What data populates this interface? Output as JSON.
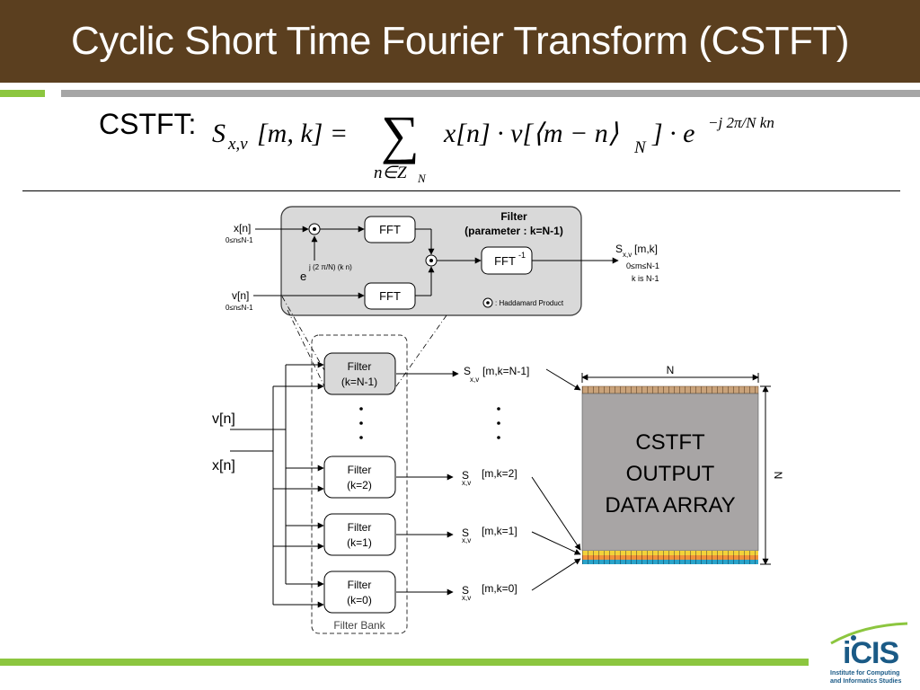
{
  "slide": {
    "title": "Cyclic Short Time Fourier Transform (CSTFT)",
    "formula_label": "CSTFT:"
  },
  "formula": {
    "lhs": "S",
    "lhs_sub": "x,v",
    "lhs_args": "[m, k] =",
    "sum_symbol": "∑",
    "sum_index": "n∈Z",
    "sum_index_sub": "N",
    "term1": "x[n] · v[⟨m − n⟩",
    "term1_sub": "N",
    "term2": "] · e",
    "exponent": "−j 2π/N kn"
  },
  "filter_detail": {
    "title_line1": "Filter",
    "title_line2": "(parameter : k=N-1)",
    "input_x": "x[n]",
    "input_x_range": "0≤n≤N-1",
    "input_v": "v[n]",
    "input_v_range": "0≤n≤N-1",
    "fft_label": "FFT",
    "ifft_label": "FFT",
    "ifft_sup": "-1",
    "exp_base": "e",
    "exp_power": "j (2 π/N) (k n)",
    "output_label": "S",
    "output_sub": "x,v",
    "output_args": "[m,k]",
    "output_range1": "0≤m≤N-1",
    "output_range2": "k is N-1",
    "legend": ": Haddamard Product"
  },
  "filter_bank": {
    "label": "Filter Bank",
    "input_v": "v[n]",
    "input_x": "x[n]",
    "filters": [
      {
        "line1": "Filter",
        "line2": "(k=N-1)",
        "out_sym": "S",
        "out_sub": "x,v",
        "out_args": "[m,k=N-1]"
      },
      {
        "line1": "Filter",
        "line2": "(k=2)",
        "out_sym": "S",
        "out_sub": "x,v",
        "out_args": "[m,k=2]"
      },
      {
        "line1": "Filter",
        "line2": "(k=1)",
        "out_sym": "S",
        "out_sub": "x,v",
        "out_args": "[m,k=1]"
      },
      {
        "line1": "Filter",
        "line2": "(k=0)",
        "out_sym": "S",
        "out_sub": "x,v",
        "out_args": "[m,k=0]"
      }
    ]
  },
  "output_array": {
    "line1": "CSTFT",
    "line2": "OUTPUT",
    "line3": "DATA ARRAY",
    "dim_top": "N",
    "dim_right": "N"
  },
  "logo": {
    "name": "iCIS",
    "sub1": "Institute for Computing",
    "sub2": "and Informatics Studies"
  },
  "colors": {
    "title_bar": "#5b3f1f",
    "accent_green": "#8cc63f",
    "accent_gray": "#a6a6a6",
    "array_fill": "#a8a5a5",
    "logo_blue": "#1a5a86"
  }
}
